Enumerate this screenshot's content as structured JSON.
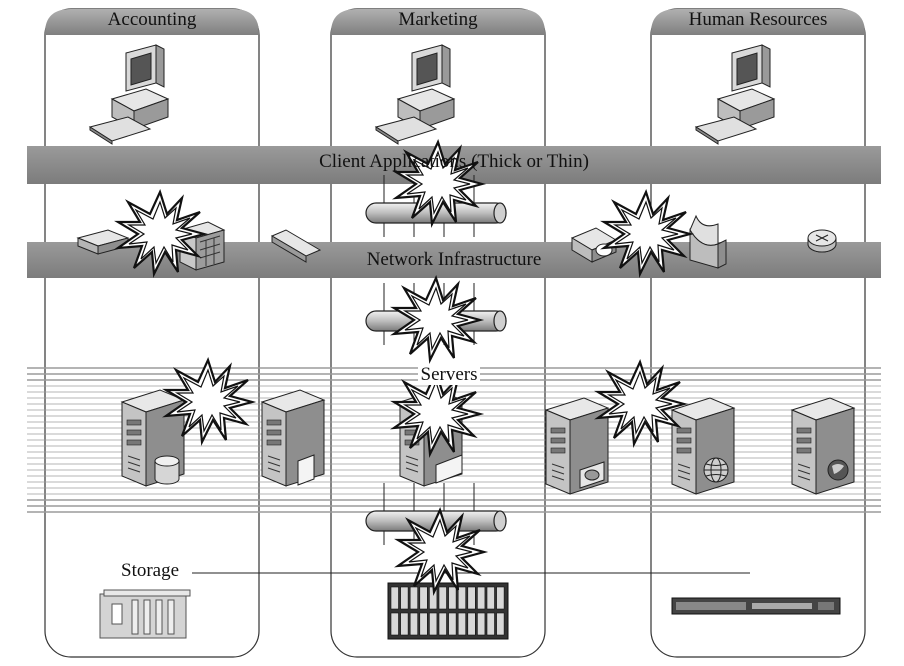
{
  "columns": [
    {
      "id": "accounting",
      "title": "Accounting"
    },
    {
      "id": "marketing",
      "title": "Marketing"
    },
    {
      "id": "hr",
      "title": "Human Resources"
    }
  ],
  "bands": {
    "client_apps": "Client Applications (Thick or Thin)",
    "network": "Network Infrastructure",
    "servers": "Servers",
    "storage": "Storage"
  },
  "colors": {
    "band_gray": "#8c8c8c",
    "header_gray": "#9a9a9a",
    "stripe": "#9c9c9c",
    "outline": "#222222",
    "device_fill": "#d9d9d9",
    "burst_fill": "#ffffff"
  },
  "icons": [
    "desktop-computer-icon",
    "network-switch-icon",
    "firewall-icon",
    "hub-icon",
    "router-icon",
    "wireless-access-point-icon",
    "server-tower-icon",
    "database-icon",
    "web-server-globe-icon",
    "network-bus-pipe-icon",
    "storage-array-icon",
    "rack-server-icon",
    "attack-burst-icon"
  ]
}
